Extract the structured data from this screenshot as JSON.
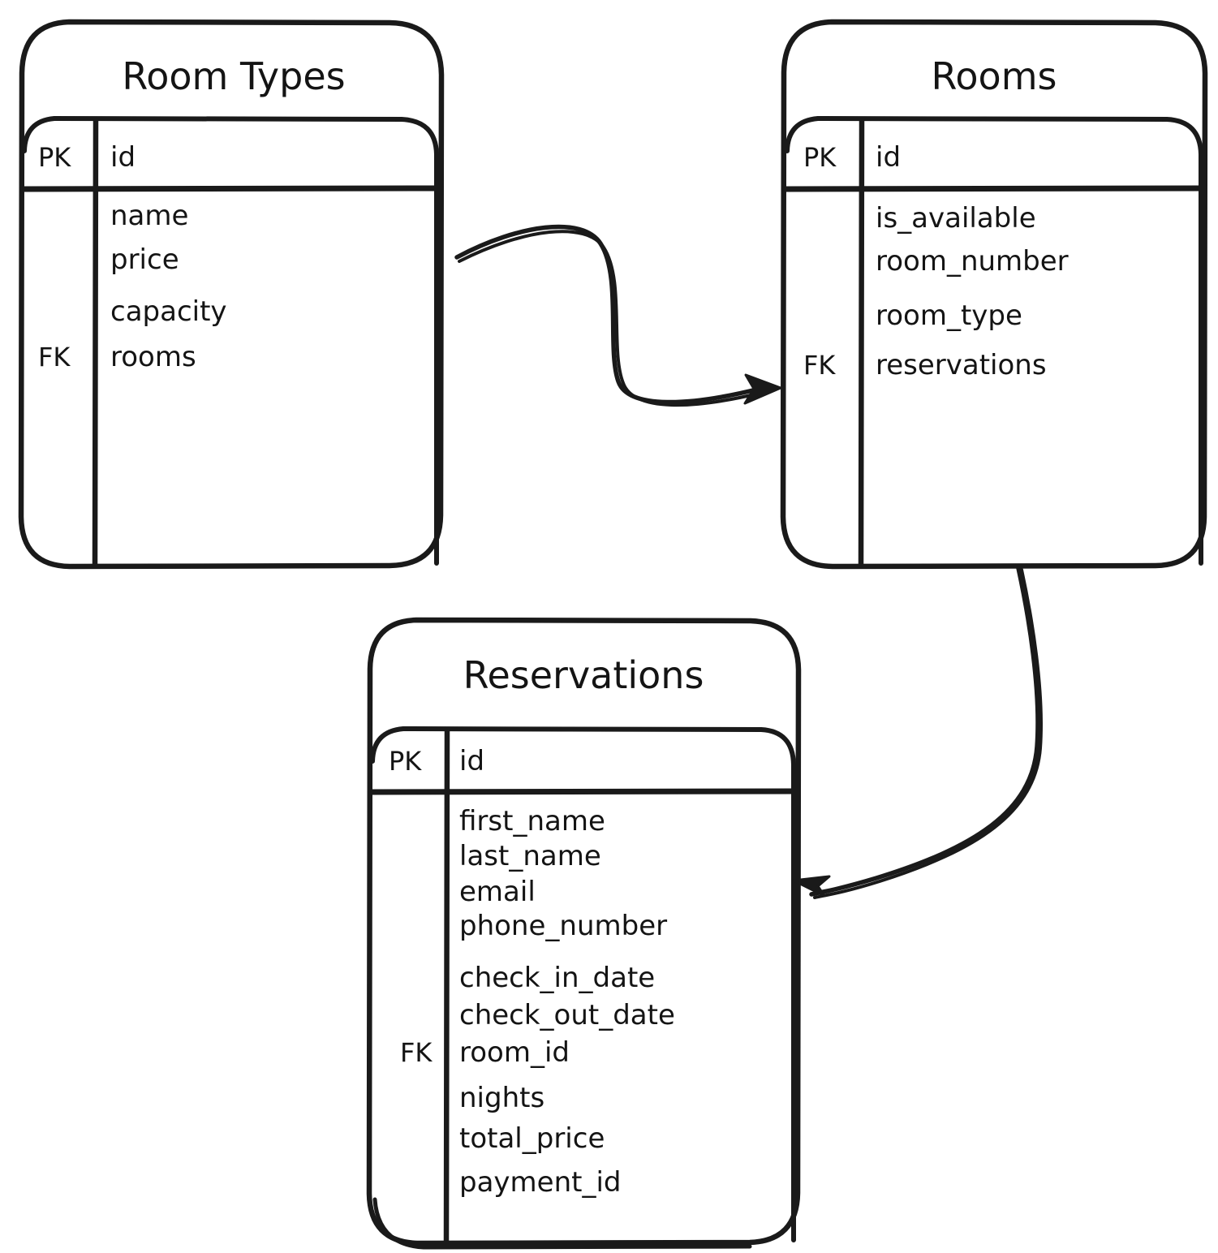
{
  "diagram": {
    "type": "entity-relationship-diagram",
    "style": "hand-drawn",
    "stroke_color": "#1a1a1a",
    "background_color": "#ffffff",
    "entities": [
      {
        "name": "Room Types",
        "pk_label": "PK",
        "pk_field": "id",
        "fk_label": "FK",
        "fields": [
          "name",
          "price",
          "capacity",
          "rooms"
        ]
      },
      {
        "name": "Rooms",
        "pk_label": "PK",
        "pk_field": "id",
        "fk_label": "FK",
        "fields": [
          "is_available",
          "room_number",
          "room_type",
          "reservations"
        ]
      },
      {
        "name": "Reservations",
        "pk_label": "PK",
        "pk_field": "id",
        "fk_label": "FK",
        "fields": [
          "first_name",
          "last_name",
          "email",
          "phone_number",
          "check_in_date",
          "check_out_date",
          "room_id",
          "nights",
          "total_price",
          "payment_id"
        ]
      }
    ],
    "relationships": [
      {
        "from": "Room Types",
        "to": "Rooms",
        "arrow": "to"
      },
      {
        "from": "Rooms",
        "to": "Reservations",
        "arrow": "to"
      }
    ]
  }
}
